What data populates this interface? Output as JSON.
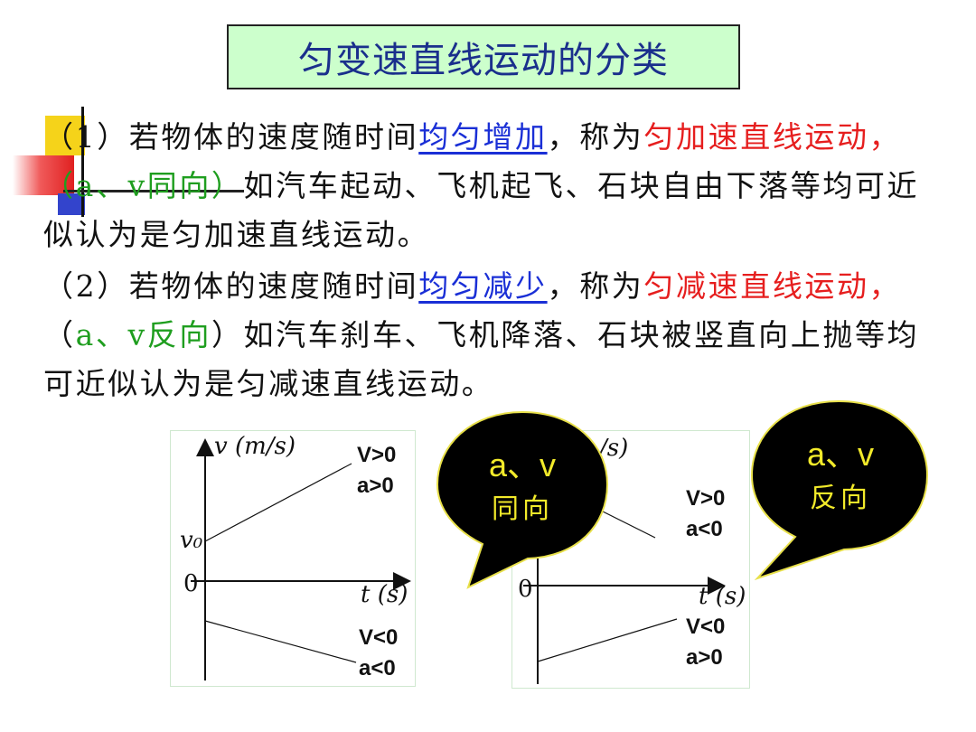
{
  "title": "匀变速直线运动的分类",
  "para1": {
    "lead": "（1）若物体的速度随时间",
    "key": "均匀增加",
    "mid": "，称为",
    "term": "匀加速直线运动，",
    "note": "（a、v同向）",
    "rest": "如汽车起动、飞机起飞、石块自由下落等均可近似认为是匀加速直线运动。"
  },
  "para2": {
    "lead": "（2）若物体的速度随时间",
    "key": "均匀减少",
    "mid": "，称为",
    "term": "匀减速直线运动，",
    "note_open": "（",
    "note_green": "a、v反向",
    "note_close": "）",
    "rest": "如汽车刹车、飞机降落、石块被竖直向上抛等均可近似认为是匀减速直线运动。"
  },
  "graph1": {
    "y_axis_label": "v (m/s)",
    "x_axis_label": "t (s)",
    "origin": "0",
    "v0_label": "v₀",
    "upper_v": "V>0",
    "upper_a": "a>0",
    "lower_v": "V<0",
    "lower_a": "a<0"
  },
  "graph2": {
    "y_axis_label_partial": "/s)",
    "x_axis_label": "t (s)",
    "origin": "0",
    "upper_v": "V>0",
    "upper_a": "a<0",
    "lower_v": "V<0",
    "lower_a": "a>0"
  },
  "bubble1": {
    "line1": "a、v",
    "line2": "同向"
  },
  "bubble2": {
    "line1": "a、v",
    "line2": "反向"
  },
  "colors": {
    "title_bg": "#ccffcc",
    "title_text": "#1a2f8c",
    "key_blue": "#1a2fd6",
    "term_red": "#e61e1e",
    "note_green": "#1f9e1f",
    "bubble_fill": "#000000",
    "bubble_text": "#f2ea2a"
  }
}
